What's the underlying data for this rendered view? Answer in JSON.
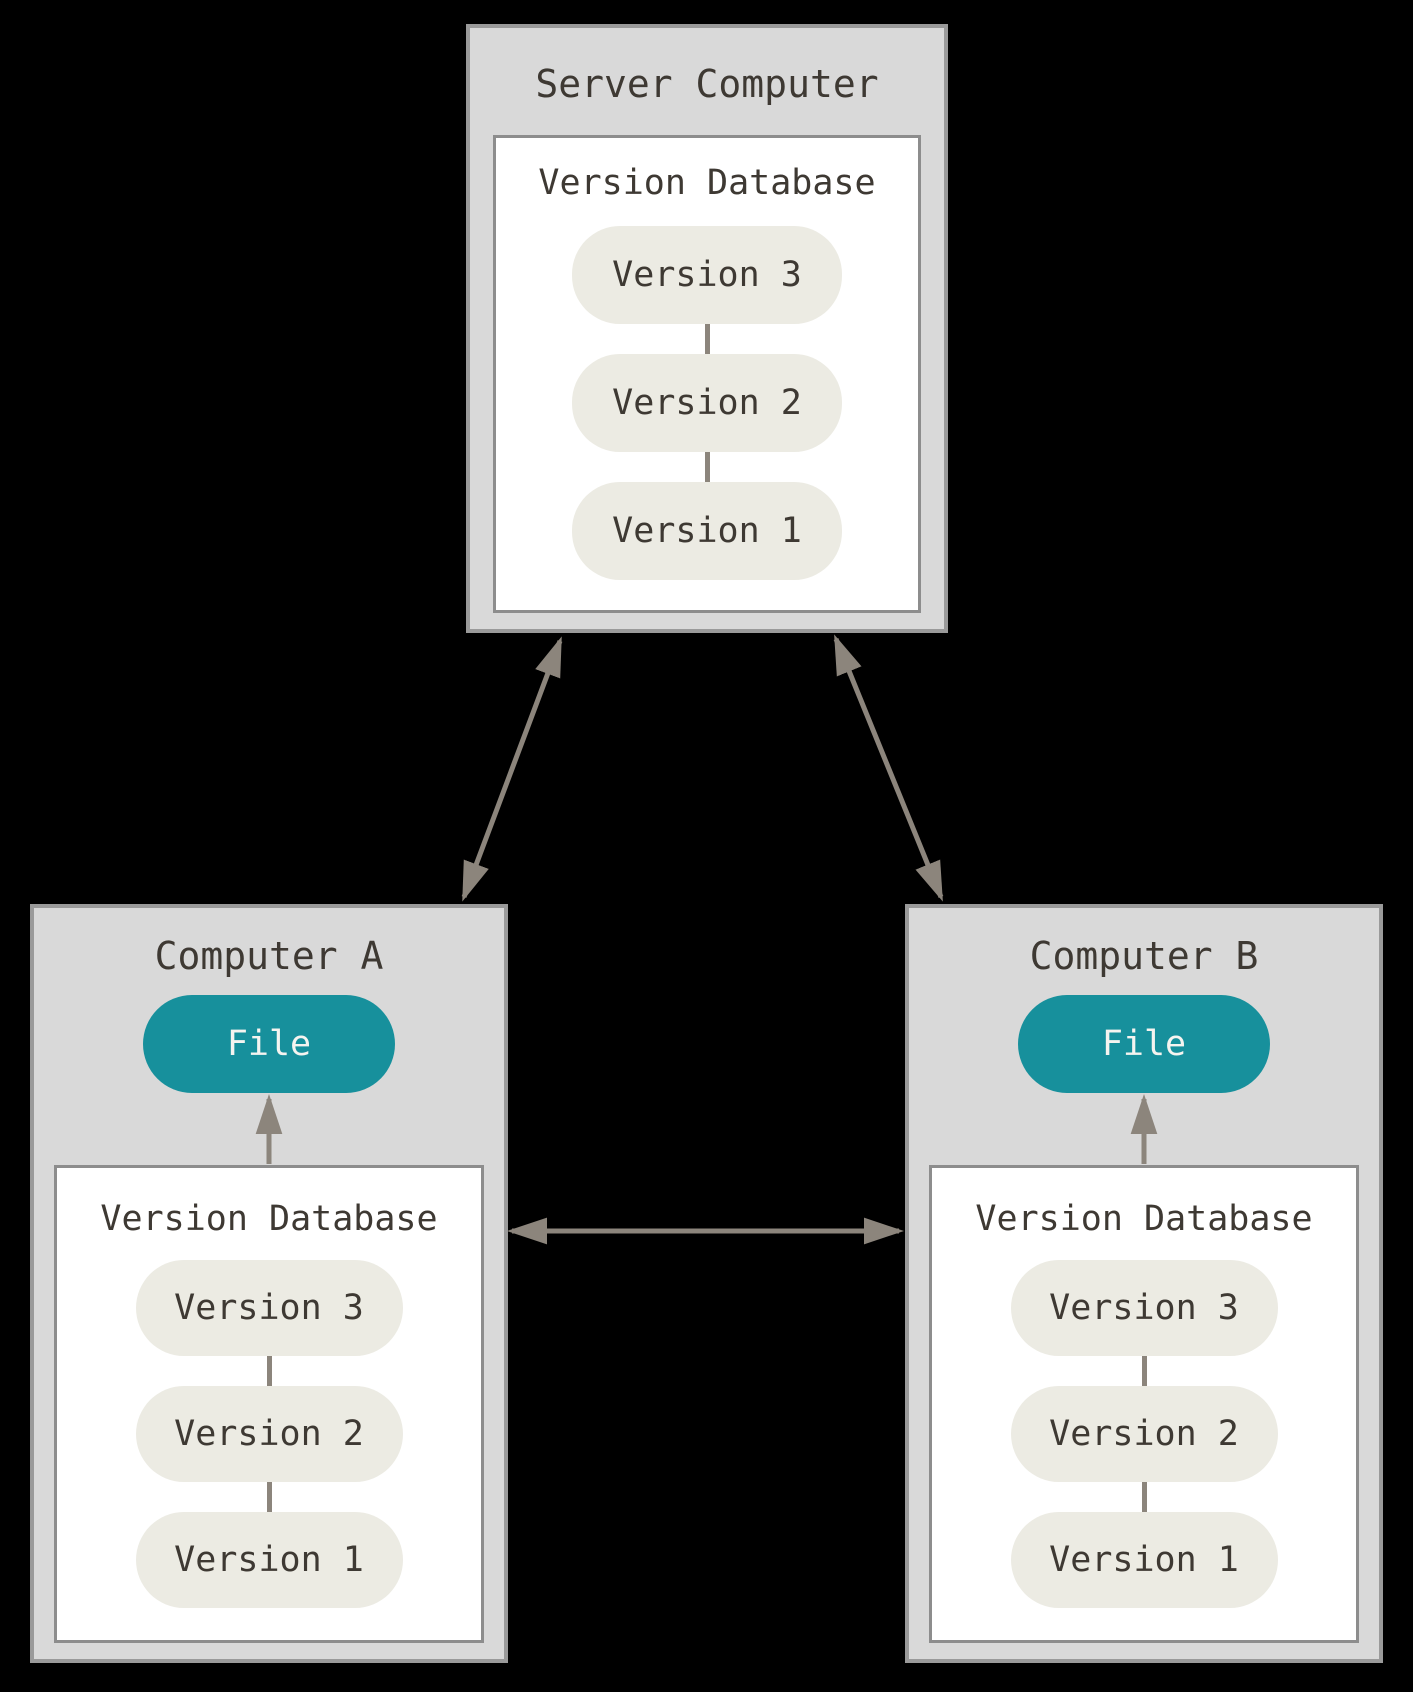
{
  "diagram": {
    "title_hint": "Centralized/distributed version control diagram",
    "colors": {
      "background": "#000000",
      "box_fill": "#d9d9d9",
      "box_border": "#9a9a9a",
      "inner_fill": "#ffffff",
      "inner_border": "#8d8d8d",
      "version_pill_fill": "#ecebe3",
      "text": "#3e3933",
      "file_pill_fill": "#17909c",
      "file_pill_text": "#f5f4f0",
      "arrow": "#8c857c"
    },
    "server": {
      "title": "Server Computer",
      "database": {
        "heading": "Version Database",
        "versions": [
          "Version 3",
          "Version 2",
          "Version 1"
        ]
      }
    },
    "computer_a": {
      "title": "Computer A",
      "file_label": "File",
      "database": {
        "heading": "Version Database",
        "versions": [
          "Version 3",
          "Version 2",
          "Version 1"
        ]
      }
    },
    "computer_b": {
      "title": "Computer B",
      "file_label": "File",
      "database": {
        "heading": "Version Database",
        "versions": [
          "Version 3",
          "Version 2",
          "Version 1"
        ]
      }
    },
    "arrows": {
      "server_computer_a": "bidirectional",
      "server_computer_b": "bidirectional",
      "computer_a_computer_b": "bidirectional",
      "computer_a_db_to_file": "up",
      "computer_b_db_to_file": "up"
    }
  }
}
